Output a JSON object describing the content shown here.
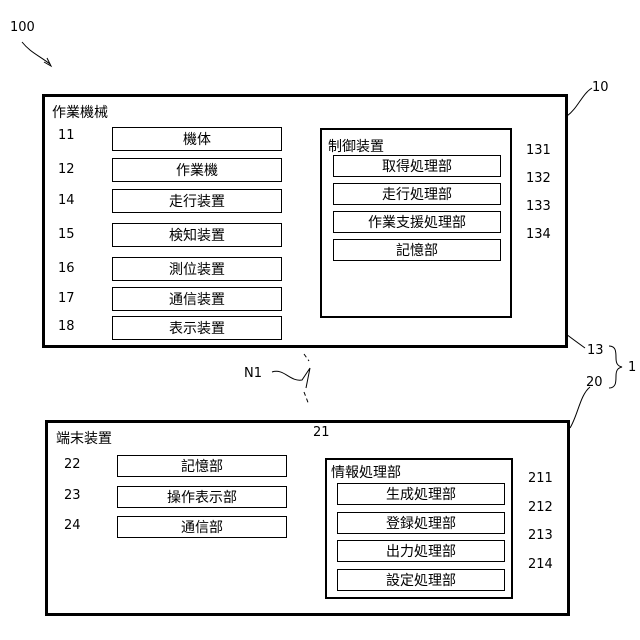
{
  "figure": {
    "ref_system": "100",
    "ref_group": "1",
    "ref_network": "N1"
  },
  "machine": {
    "ref": "10",
    "title": "作業機械",
    "components": [
      {
        "ref": "11",
        "label": "機体"
      },
      {
        "ref": "12",
        "label": "作業機"
      },
      {
        "ref": "14",
        "label": "走行装置"
      },
      {
        "ref": "15",
        "label": "検知装置"
      },
      {
        "ref": "16",
        "label": "測位装置"
      },
      {
        "ref": "17",
        "label": "通信装置"
      },
      {
        "ref": "18",
        "label": "表示装置"
      }
    ],
    "controller": {
      "ref": "13",
      "title": "制御装置",
      "units": [
        {
          "ref": "131",
          "label": "取得処理部"
        },
        {
          "ref": "132",
          "label": "走行処理部"
        },
        {
          "ref": "133",
          "label": "作業支援処理部"
        },
        {
          "ref": "134",
          "label": "記憶部"
        }
      ]
    }
  },
  "terminal": {
    "ref": "20",
    "title": "端末装置",
    "components": [
      {
        "ref": "22",
        "label": "記憶部"
      },
      {
        "ref": "23",
        "label": "操作表示部"
      },
      {
        "ref": "24",
        "label": "通信部"
      }
    ],
    "processor": {
      "ref": "21",
      "title": "情報処理部",
      "units": [
        {
          "ref": "211",
          "label": "生成処理部"
        },
        {
          "ref": "212",
          "label": "登録処理部"
        },
        {
          "ref": "213",
          "label": "出力処理部"
        },
        {
          "ref": "214",
          "label": "設定処理部"
        }
      ]
    }
  }
}
